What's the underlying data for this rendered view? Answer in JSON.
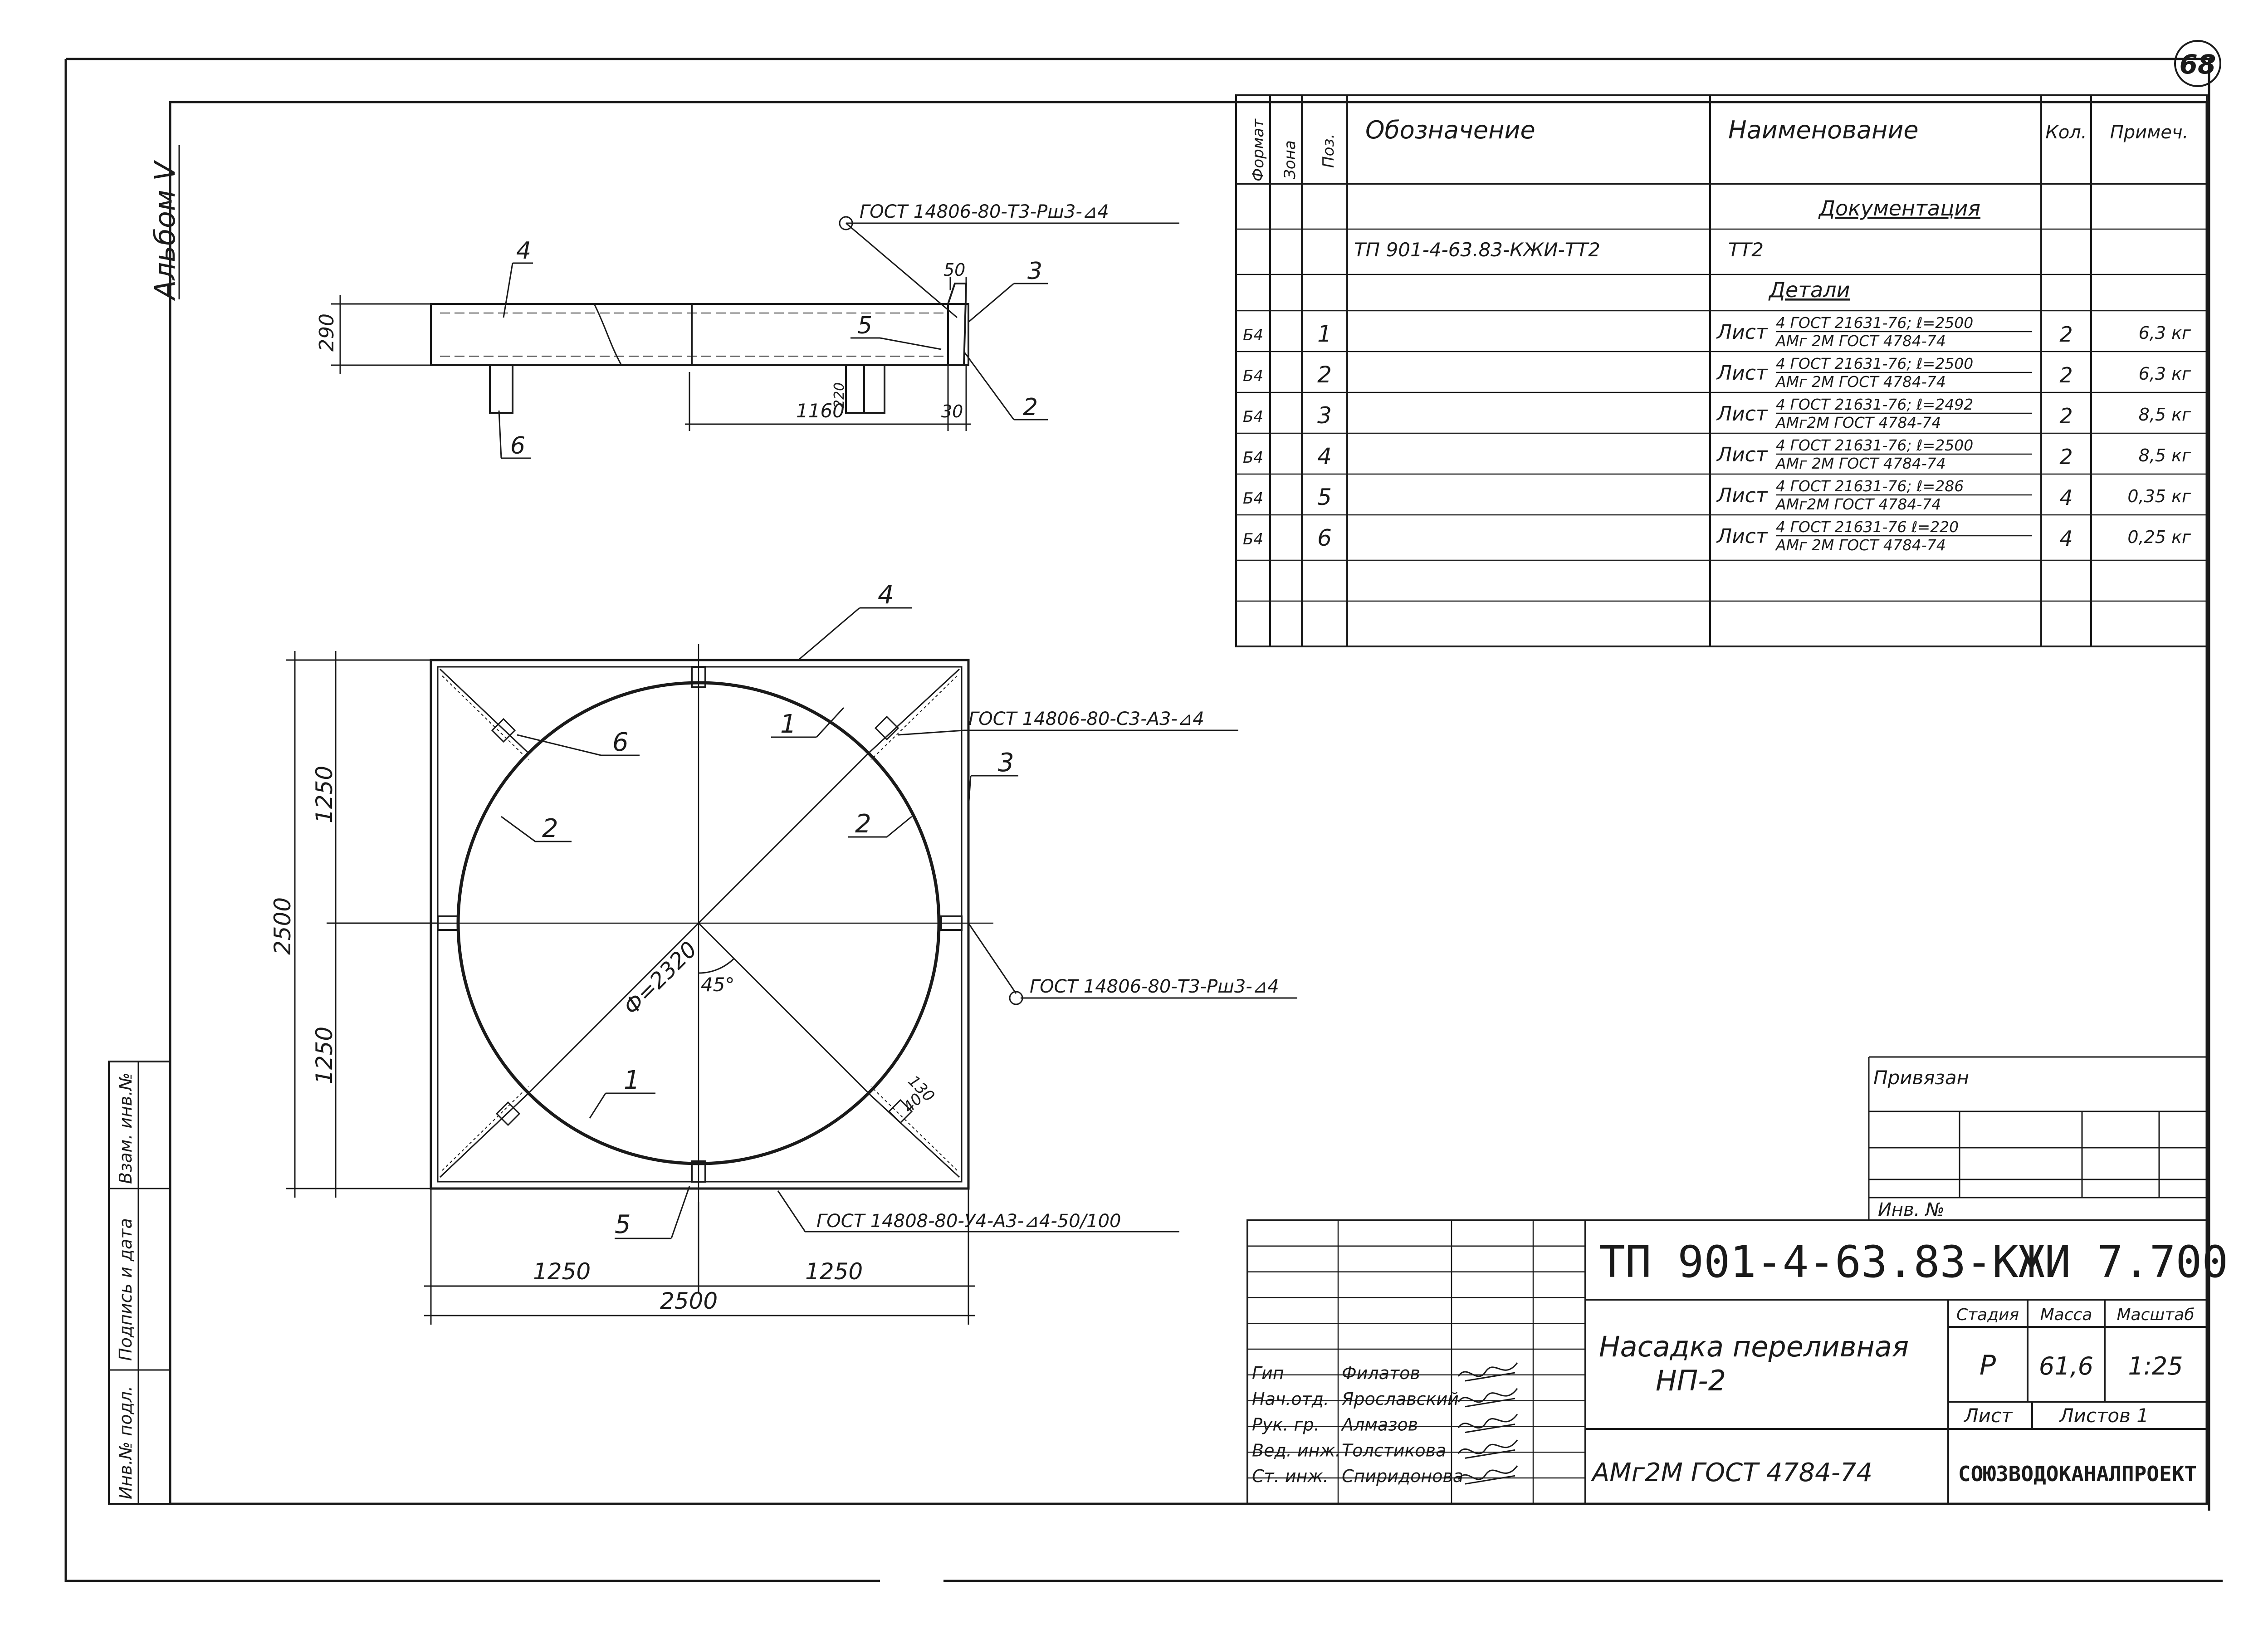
{
  "sheet_number": "68",
  "album_label": "Альбом V",
  "side_stamp": [
    "Инв.№ подл.",
    "Подпись и дата",
    "Взам. инв.№"
  ],
  "spec": {
    "headers": {
      "format": "Формат",
      "zone": "Зона",
      "pos": "Поз.",
      "designation": "Обозначение",
      "name": "Наименование",
      "qty": "Кол.",
      "note": "Примеч."
    },
    "section_docs": "Документация",
    "doc_row": {
      "designation": "ТП 901-4-63.83-КЖИ-ТТ2",
      "name": "ТТ2"
    },
    "section_parts": "Детали",
    "rows": [
      {
        "format": "Б4",
        "pos": "1",
        "kind": "Лист",
        "spec_top": "4 ГОСТ 21631-76; ℓ=2500",
        "spec_bottom": "АМг 2М ГОСТ 4784-74",
        "qty": "2",
        "note": "6,3 кг"
      },
      {
        "format": "Б4",
        "pos": "2",
        "kind": "Лист",
        "spec_top": "4 ГОСТ 21631-76; ℓ=2500",
        "spec_bottom": "АМг 2М ГОСТ 4784-74",
        "qty": "2",
        "note": "6,3 кг"
      },
      {
        "format": "Б4",
        "pos": "3",
        "kind": "Лист",
        "spec_top": "4 ГОСТ 21631-76; ℓ=2492",
        "spec_bottom": "АМг2М ГОСТ 4784-74",
        "qty": "2",
        "note": "8,5 кг"
      },
      {
        "format": "Б4",
        "pos": "4",
        "kind": "Лист",
        "spec_top": "4 ГОСТ 21631-76; ℓ=2500",
        "spec_bottom": "АМг 2М ГОСТ 4784-74",
        "qty": "2",
        "note": "8,5 кг"
      },
      {
        "format": "Б4",
        "pos": "5",
        "kind": "Лист",
        "spec_top": "4 ГОСТ 21631-76; ℓ=286",
        "spec_bottom": "АМг2М ГОСТ 4784-74",
        "qty": "4",
        "note": "0,35 кг"
      },
      {
        "format": "Б4",
        "pos": "6",
        "kind": "Лист",
        "spec_top": "4 ГОСТ 21631-76 ℓ=220",
        "spec_bottom": "АМг 2М ГОСТ 4784-74",
        "qty": "4",
        "note": "0,25 кг"
      }
    ]
  },
  "side_view": {
    "weld": "ГОСТ 14806-80-Т3-Рш3-⊿4",
    "dim_height": "290",
    "dim_50": "50",
    "dim_1160": "1160",
    "dim_220": "220",
    "dim_30": "30",
    "callouts": [
      "4",
      "3",
      "5",
      "2",
      "6"
    ]
  },
  "plan_view": {
    "weld_c3": "ГОСТ 14806-80-С3-А3-⊿4",
    "weld_t3": "ГОСТ 14806-80-Т3-Рш3-⊿4",
    "weld_y4": "ГОСТ 14808-80-У4-А3-⊿4-50/100",
    "diameter": "Ф=2320",
    "angle": "45°",
    "dim_130": "130",
    "dim_40": "40",
    "dim_total_v": "2500",
    "dim_half_top": "1250",
    "dim_half_bottom": "1250",
    "dim_half_left": "1250",
    "dim_half_right": "1250",
    "dim_total_h": "2500",
    "callouts": {
      "top": "4",
      "right": "3",
      "bottom": "5",
      "tl6": "6",
      "tr1": "1",
      "left2": "2",
      "right2": "2",
      "low1": "1"
    }
  },
  "privyazan": {
    "title": "Привязан",
    "inv": "Инв. №"
  },
  "title_block": {
    "code": "ТП 901-4-63.83-КЖИ 7.700",
    "title_line1": "Насадка переливная",
    "title_line2": "НП-2",
    "material": "АМг2М ГОСТ 4784-74",
    "stage_h": "Стадия",
    "mass_h": "Масса",
    "scale_h": "Масштаб",
    "stage": "Р",
    "mass": "61,6",
    "scale": "1:25",
    "sheet_h": "Лист",
    "sheets_h": "Листов 1",
    "org": "СОЮЗВОДОКАНАЛПРОЕКТ",
    "staff": [
      {
        "role": "Гип",
        "name": "Филатов"
      },
      {
        "role": "Нач.отд.",
        "name": "Ярославский"
      },
      {
        "role": "Рук. гр.",
        "name": "Алмазов"
      },
      {
        "role": "Вед. инж.",
        "name": "Толстикова"
      },
      {
        "role": "Ст. инж.",
        "name": "Спиридонова"
      }
    ]
  }
}
